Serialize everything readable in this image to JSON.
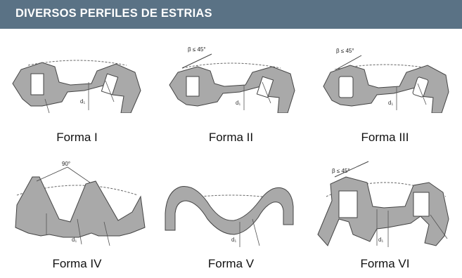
{
  "header": {
    "title": "DIVERSOS PERFILES DE ESTRIAS"
  },
  "figures": [
    {
      "label": "Forma I"
    },
    {
      "label": "Forma II",
      "annotation": "β ≤ 45°"
    },
    {
      "label": "Forma III",
      "annotation": "β ≤ 45°"
    },
    {
      "label": "Forma IV",
      "annotation": "90°"
    },
    {
      "label": "Forma V"
    },
    {
      "label": "Forma VI",
      "annotation": "β ≤ 45°"
    }
  ],
  "colors": {
    "header_bg": "#5a7285",
    "profile_fill": "#a9a9a9",
    "stroke": "#444444"
  }
}
